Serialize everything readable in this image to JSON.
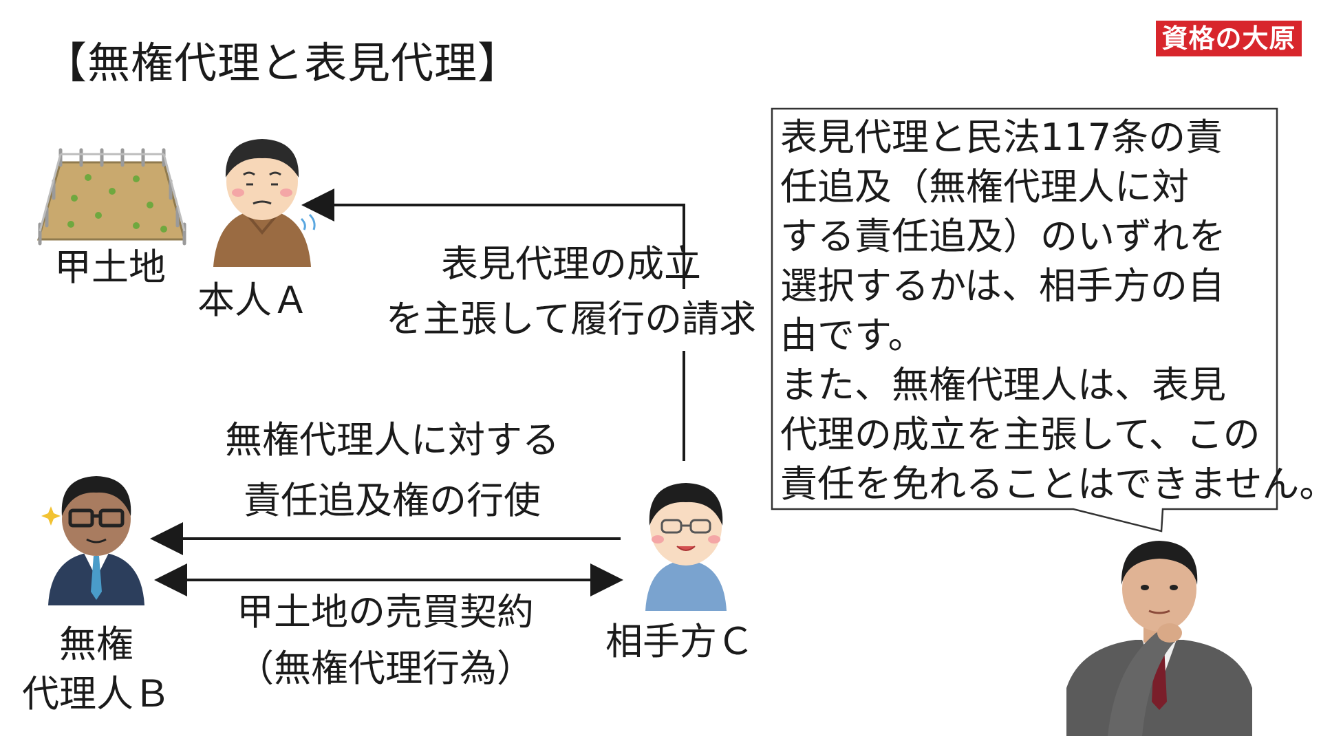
{
  "title": "【無権代理と表見代理】",
  "logo": "資格の大原",
  "labels": {
    "land": "甲土地",
    "principal": "本人Ａ",
    "agent_line1": "無権",
    "agent_line2": "代理人Ｂ",
    "counterparty": "相手方Ｃ"
  },
  "arrows": {
    "apparent_line1": "表見代理の成立",
    "apparent_line2": "を主張して履行の請求",
    "liability_line1": "無権代理人に対する",
    "liability_line2": "責任追及権の行使",
    "sale_line1": "甲土地の売買契約",
    "sale_line2": "（無権代理行為）"
  },
  "bubble": {
    "lines": [
      "表見代理と民法117条の責",
      "任追及（無権代理人に対",
      "する責任追及）のいずれを",
      "選択するかは、相手方の自",
      "由です。",
      "また、無権代理人は、表見",
      "代理の成立を主張して、この",
      "責任を免れることはできません。"
    ]
  },
  "colors": {
    "logo_bg": "#d8262c",
    "line": "#1a1a1a"
  }
}
